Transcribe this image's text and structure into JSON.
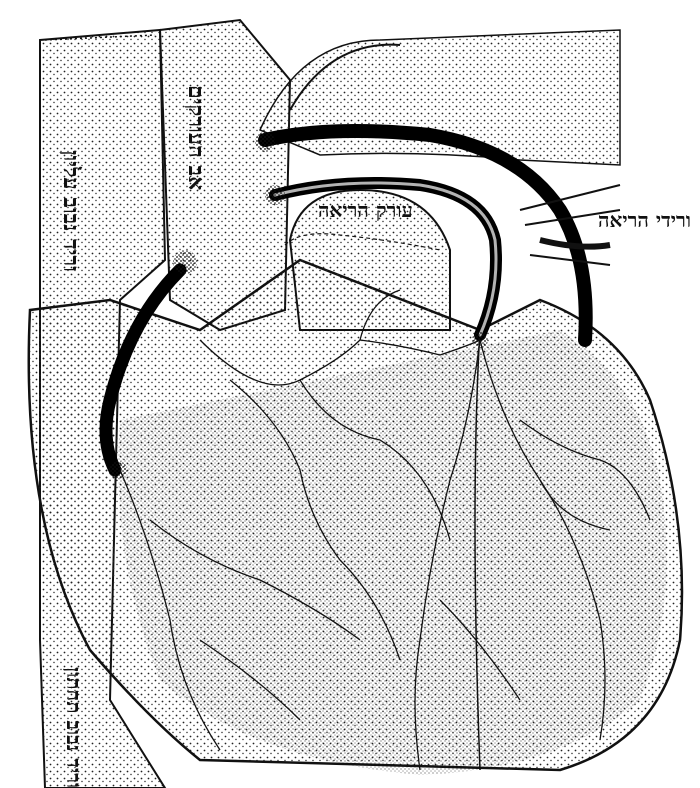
{
  "labels": {
    "superior_vena_cava": "וריד נבוב עליון",
    "aorta": "אב העורקים",
    "pulmonary_artery": "עורק הריאה",
    "pulmonary_veins": "ורידי הריאה",
    "inferior_vena_cava": "וריד נבוב תחתון"
  },
  "colors": {
    "ink": "#111111",
    "paper": "#ffffff",
    "shade": "#e6e6e6"
  }
}
